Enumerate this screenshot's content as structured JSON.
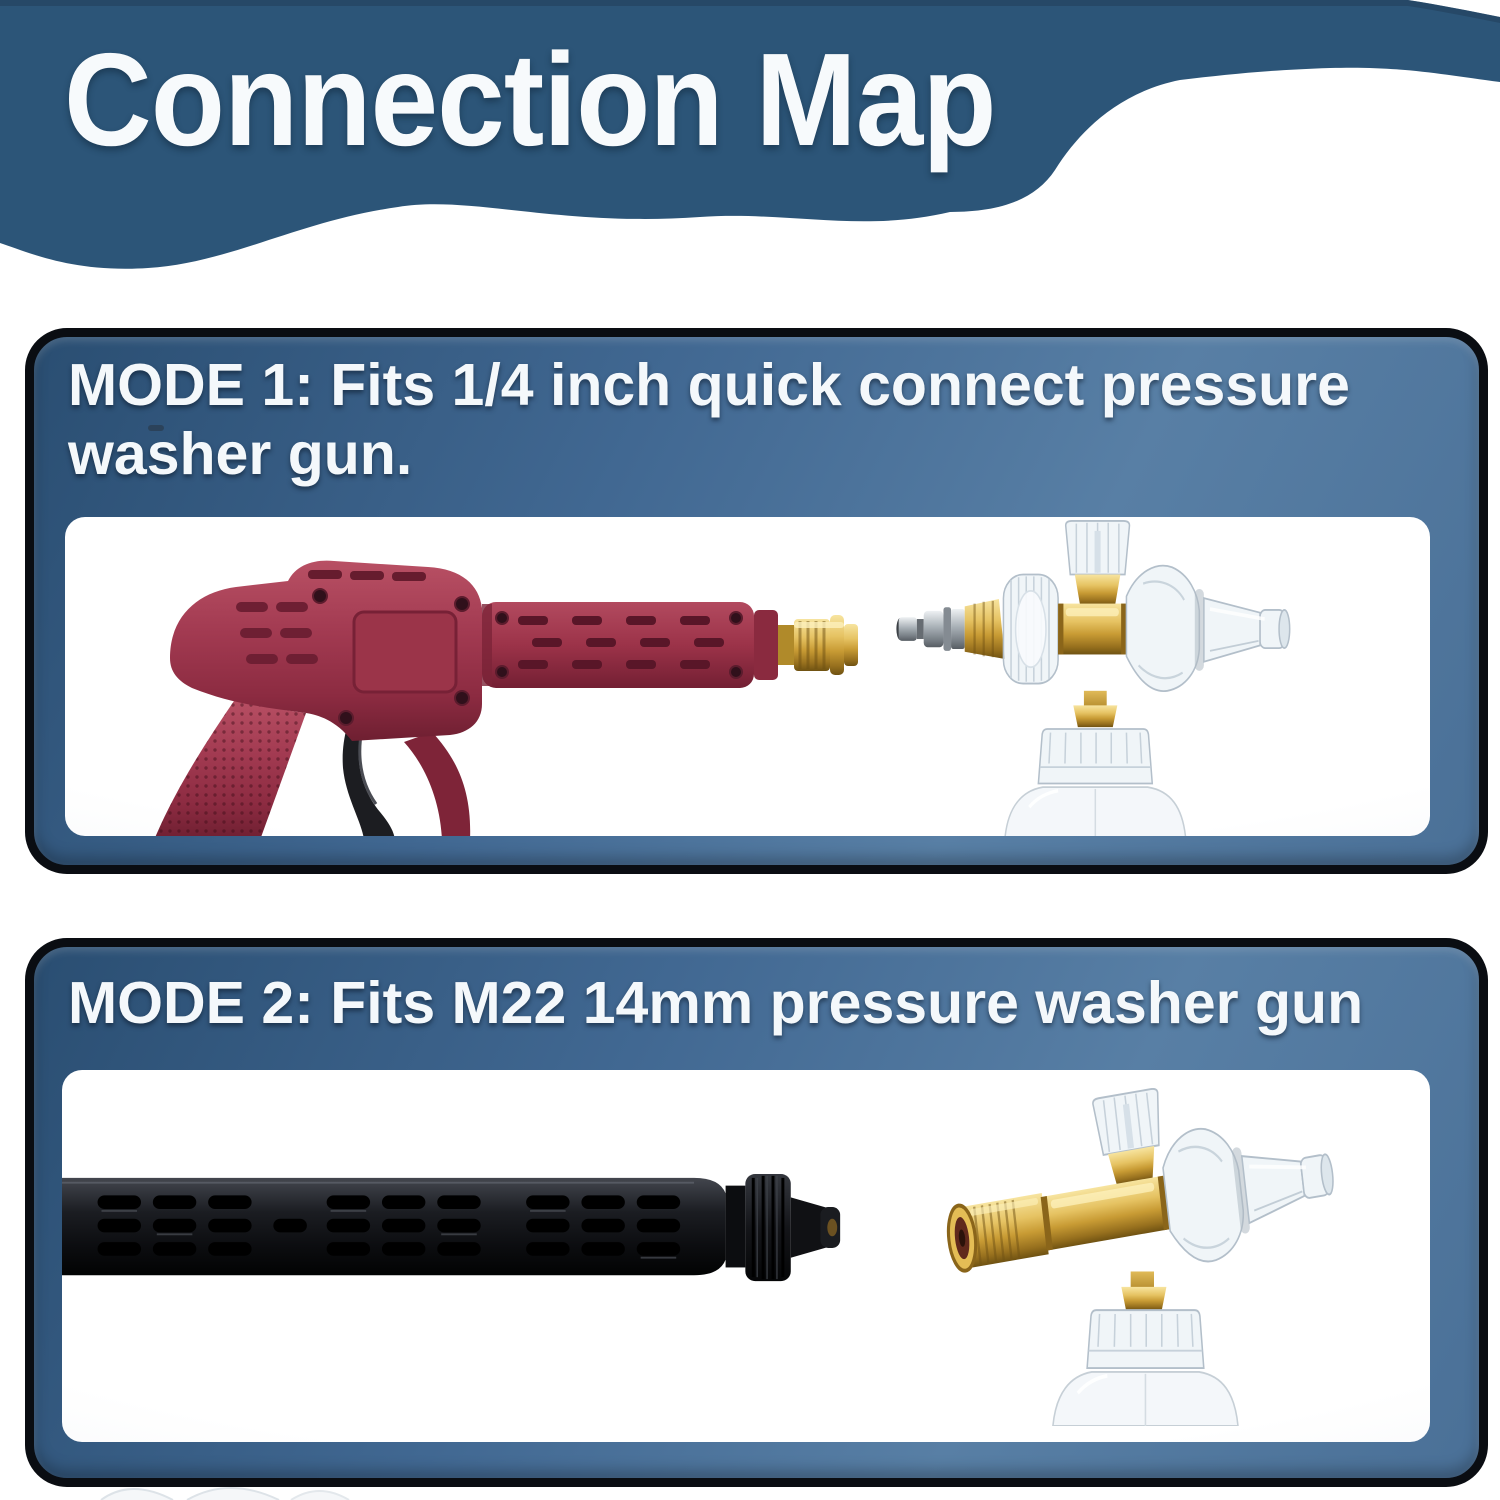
{
  "header": {
    "title": "Connection Map"
  },
  "panels": [
    {
      "heading": "MODE 1: Fits 1/4 inch quick connect pressure washer gun.",
      "left_item": "pressure-washer-gun-with-brass-quick-connect",
      "right_item": "foam-cannon-with-quick-connect-plug"
    },
    {
      "heading": "MODE 2: Fits M22 14mm pressure washer gun",
      "left_item": "black-pressure-washer-lance",
      "right_item": "foam-cannon-with-m22-14mm-thread"
    }
  ],
  "colors": {
    "banner_blue": "#2c5578",
    "panel_gradient_dark": "#2a4e72",
    "panel_gradient_light": "#587fa5",
    "panel_border": "#0a0d12",
    "text": "#f4f8fb",
    "gun_maroon": "#9c3349",
    "brass_gold": "#c89b34",
    "trigger_black": "#1c1d21",
    "steel_silver": "#9aa2a8"
  }
}
